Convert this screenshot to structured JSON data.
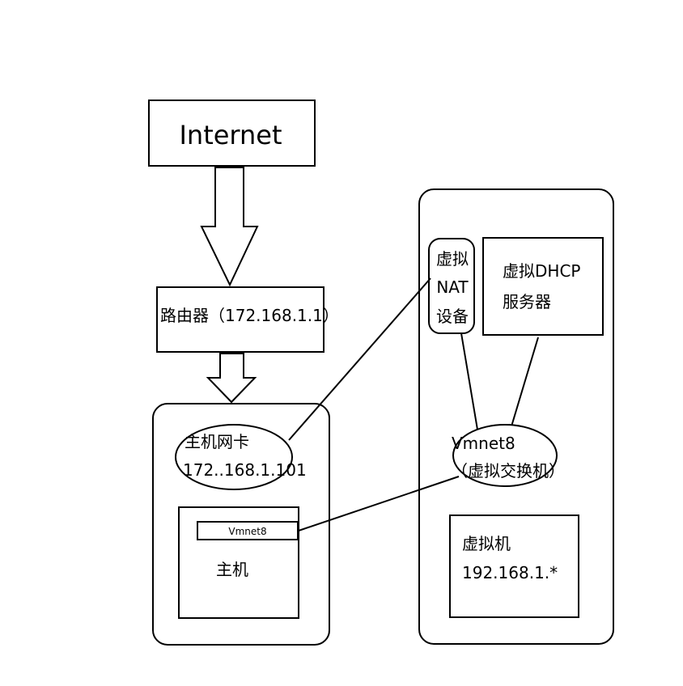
{
  "internet": {
    "label": "Internet"
  },
  "router": {
    "label": "路由器（172.168.1.1）"
  },
  "host_container": {
    "nic_label_line1": "主机网卡",
    "nic_label_line2": "172..168.1.101",
    "host_label": "主机",
    "vmnet8_adapter_label": "Vmnet8"
  },
  "vm_container": {
    "nat_line1": "虚拟",
    "nat_line2": "NAT",
    "nat_line3": "设备",
    "dhcp_line1": "虚拟DHCP",
    "dhcp_line2": "服务器",
    "switch_line1": "Vmnet8",
    "switch_line2": "（虚拟交换机）",
    "vm_line1": "虚拟机",
    "vm_line2": "192.168.1.*"
  }
}
